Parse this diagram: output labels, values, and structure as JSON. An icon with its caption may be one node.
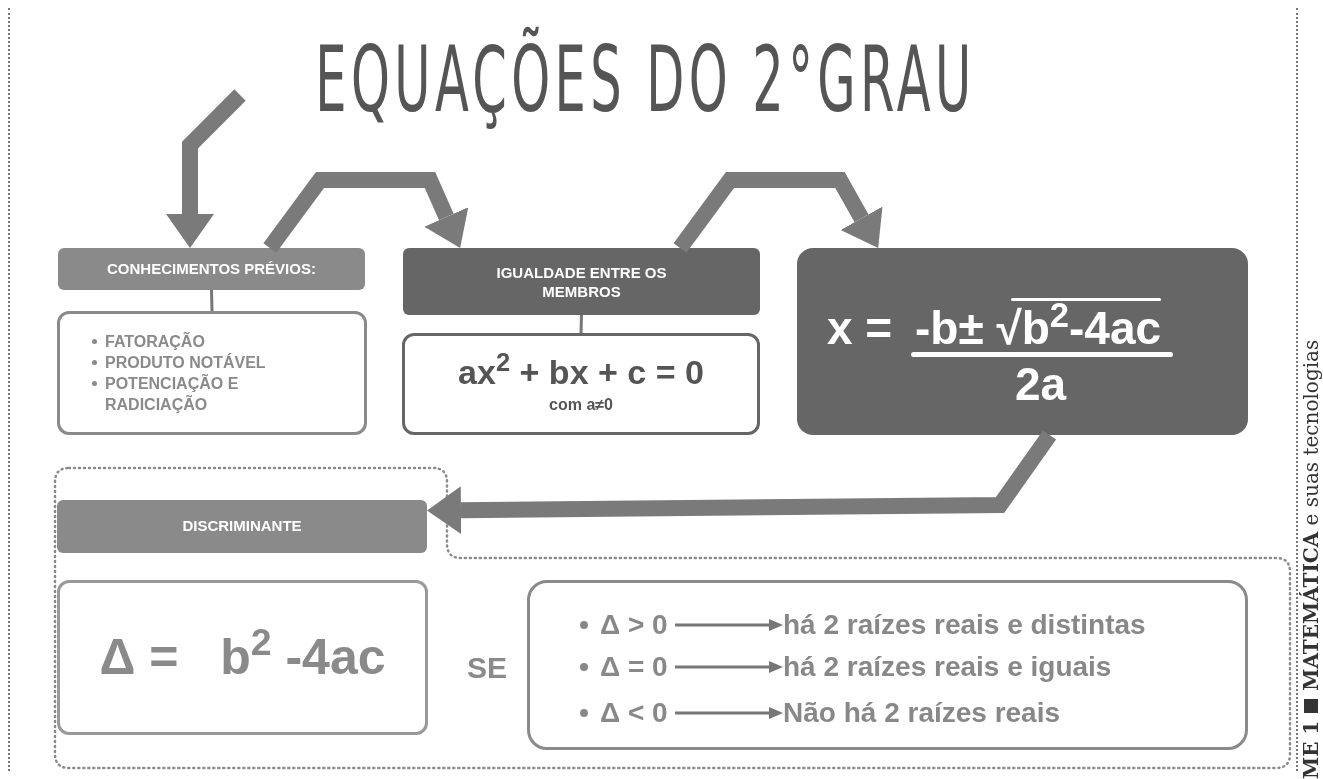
{
  "diagram": {
    "title": "EQUAÇÕES DO 2°GRAU",
    "nodes": [
      {
        "text": [
          "CONHECIMENTOS PRÉVIOS:"
        ]
      },
      {
        "text": [
          "FATORAÇÃO",
          "PRODUTO NOTÁVEL",
          "POTENCIAÇÃO E RADICIAÇÃO"
        ]
      },
      {
        "text": [
          "IGUALDADE ENTRE OS MEMBROS"
        ]
      },
      {
        "text": [
          "ax$^{2}$ + bx + c = 0",
          "com a≠0"
        ]
      },
      {
        "text": [
          "x =",
          "-b± √b$^{2}$-4ac",
          "2a"
        ]
      },
      {
        "text": [],
        "shape": "box"
      },
      {
        "text": [
          "DISCRIMINANTE"
        ],
        "in": 5
      },
      {
        "text": [
          "Δ =   b$^{2}$ -4ac"
        ],
        "in": 5
      },
      {
        "text": [],
        "shape": "box",
        "in": 5
      },
      {
        "text": [
          "Δ > 0"
        ],
        "in": 8
      },
      {
        "text": [
          "há 2 raízes reais e distintas"
        ],
        "in": 8
      },
      {
        "text": [
          "Δ = 0"
        ],
        "in": 8
      },
      {
        "text": [
          "há 2 raízes reais e iguais"
        ],
        "in": 8
      },
      {
        "text": [
          "Δ < 0"
        ],
        "in": 8
      },
      {
        "text": [
          "Não há 2 raízes reais"
        ],
        "in": 8
      }
    ],
    "edges": [
      {
        "from": null,
        "to": 0,
        "arrow": "to",
        "style": "thick"
      },
      {
        "from": 0,
        "to": 2,
        "arrow": "to",
        "style": "thick"
      },
      {
        "from": 2,
        "to": 4,
        "arrow": "to",
        "style": "thick"
      },
      {
        "from": 4,
        "to": 6,
        "arrow": "to",
        "style": "thick"
      },
      {
        "from": 0,
        "to": 1,
        "arrow": "none"
      },
      {
        "from": 2,
        "to": 3,
        "arrow": "none"
      },
      {
        "from": 9,
        "to": 10,
        "arrow": "to"
      },
      {
        "from": 11,
        "to": 12,
        "arrow": "to"
      },
      {
        "from": 13,
        "to": 14,
        "arrow": "to"
      }
    ],
    "labels": [
      "SE",
      "ME 1",
      "**MATEMÁTICA** e suas tecnologias"
    ]
  }
}
